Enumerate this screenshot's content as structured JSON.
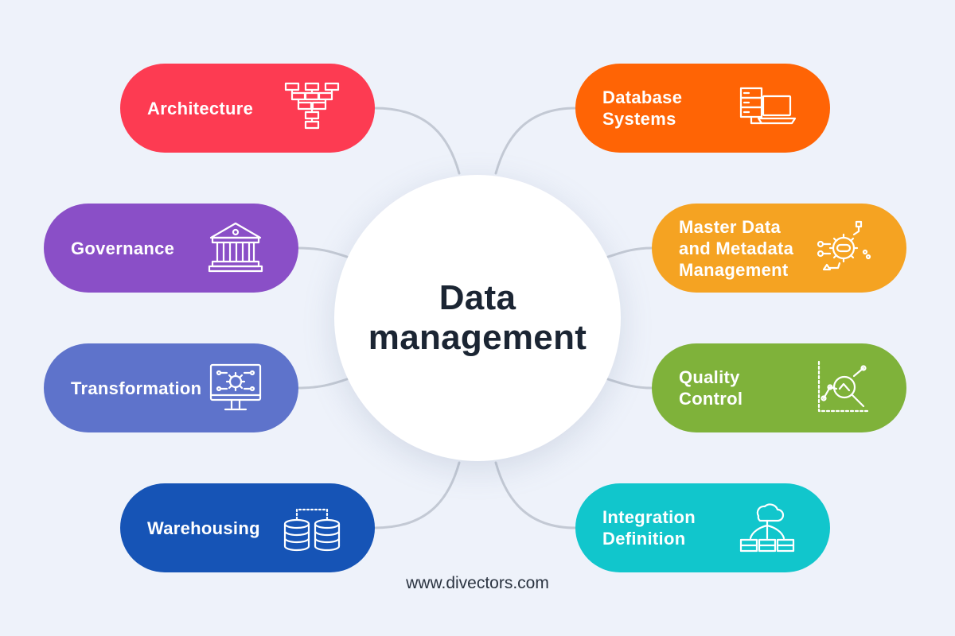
{
  "center": {
    "title": "Data management"
  },
  "nodes": {
    "architecture": {
      "label": "Architecture",
      "color": "#fd3b52",
      "icon": "hierarchy-icon"
    },
    "governance": {
      "label": "Governance",
      "color": "#8a4fc7",
      "icon": "institution-building-icon"
    },
    "transformation": {
      "label": "Transformation",
      "color": "#5e73cb",
      "icon": "monitor-gear-icon"
    },
    "warehousing": {
      "label": "Warehousing",
      "color": "#1654b6",
      "icon": "database-cylinders-icon"
    },
    "database": {
      "label": "Database\nSystems",
      "color": "#ff6405",
      "icon": "server-laptop-icon"
    },
    "master": {
      "label": "Master Data\nand Metadata\nManagement",
      "color": "#f5a322",
      "icon": "gear-network-icon"
    },
    "quality": {
      "label": "Quality\nControl",
      "color": "#7fb23a",
      "icon": "chart-magnifier-icon"
    },
    "integration": {
      "label": "Integration\nDefinition",
      "color": "#11c6cc",
      "icon": "cloud-storage-icon"
    }
  },
  "footer": {
    "text": "www.divectors.com"
  }
}
